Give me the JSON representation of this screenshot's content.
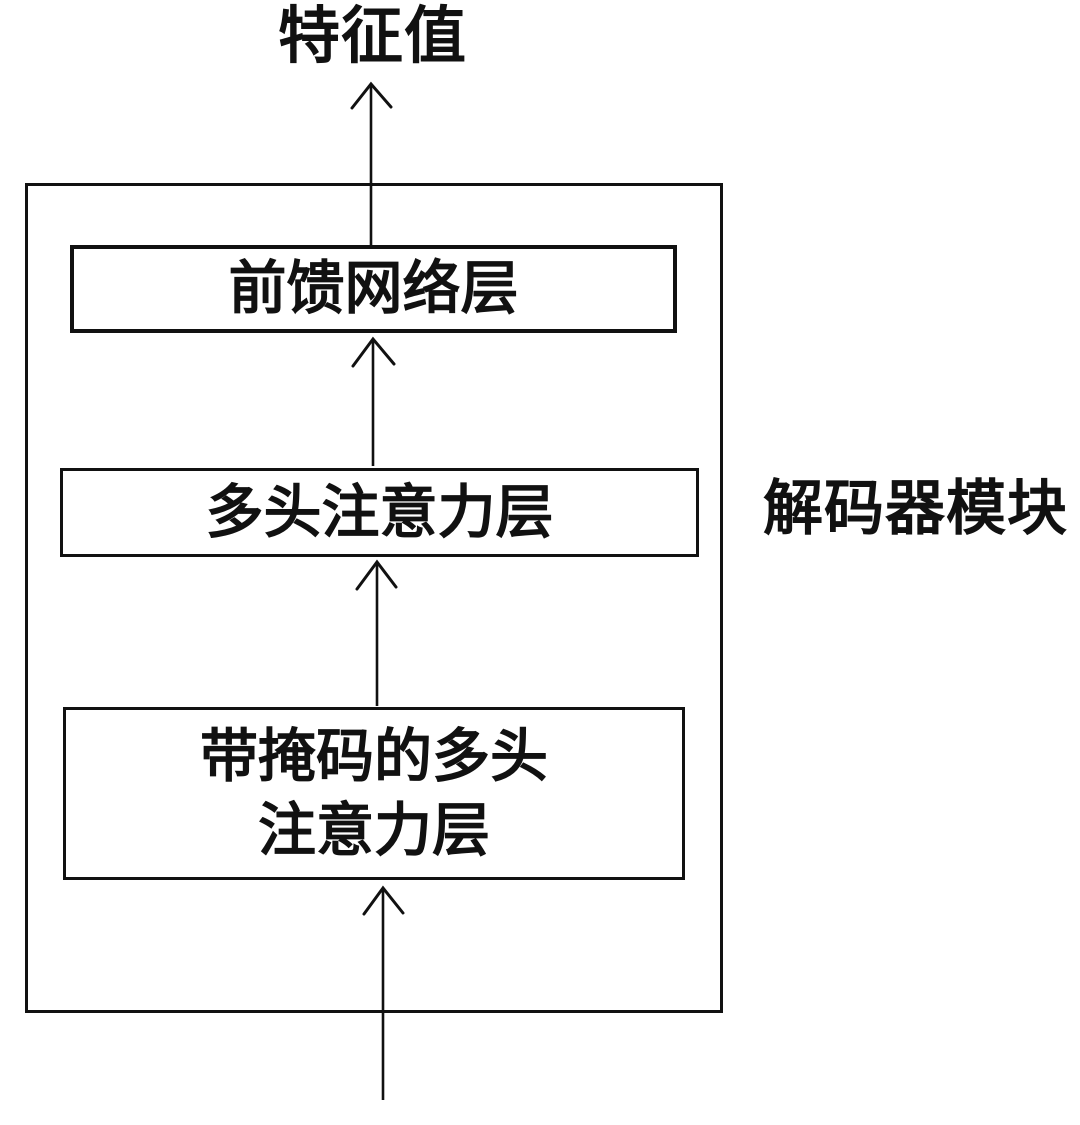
{
  "diagram": {
    "title_note": "decoder module block diagram",
    "output_label": "特征值",
    "module_label": "解码器模块",
    "layers": [
      {
        "id": "feed-forward",
        "label": "前馈网络层"
      },
      {
        "id": "multi-head-attention",
        "label": "多头注意力层"
      },
      {
        "id": "masked-multi-head-attention",
        "label_lines": [
          "带掩码的多头",
          "注意力层"
        ]
      }
    ],
    "flow": [
      "input -> masked-multi-head-attention",
      "masked-multi-head-attention -> multi-head-attention",
      "multi-head-attention -> feed-forward",
      "feed-forward -> 特征值"
    ],
    "colors": {
      "line": "#111111",
      "background": "#ffffff"
    }
  }
}
